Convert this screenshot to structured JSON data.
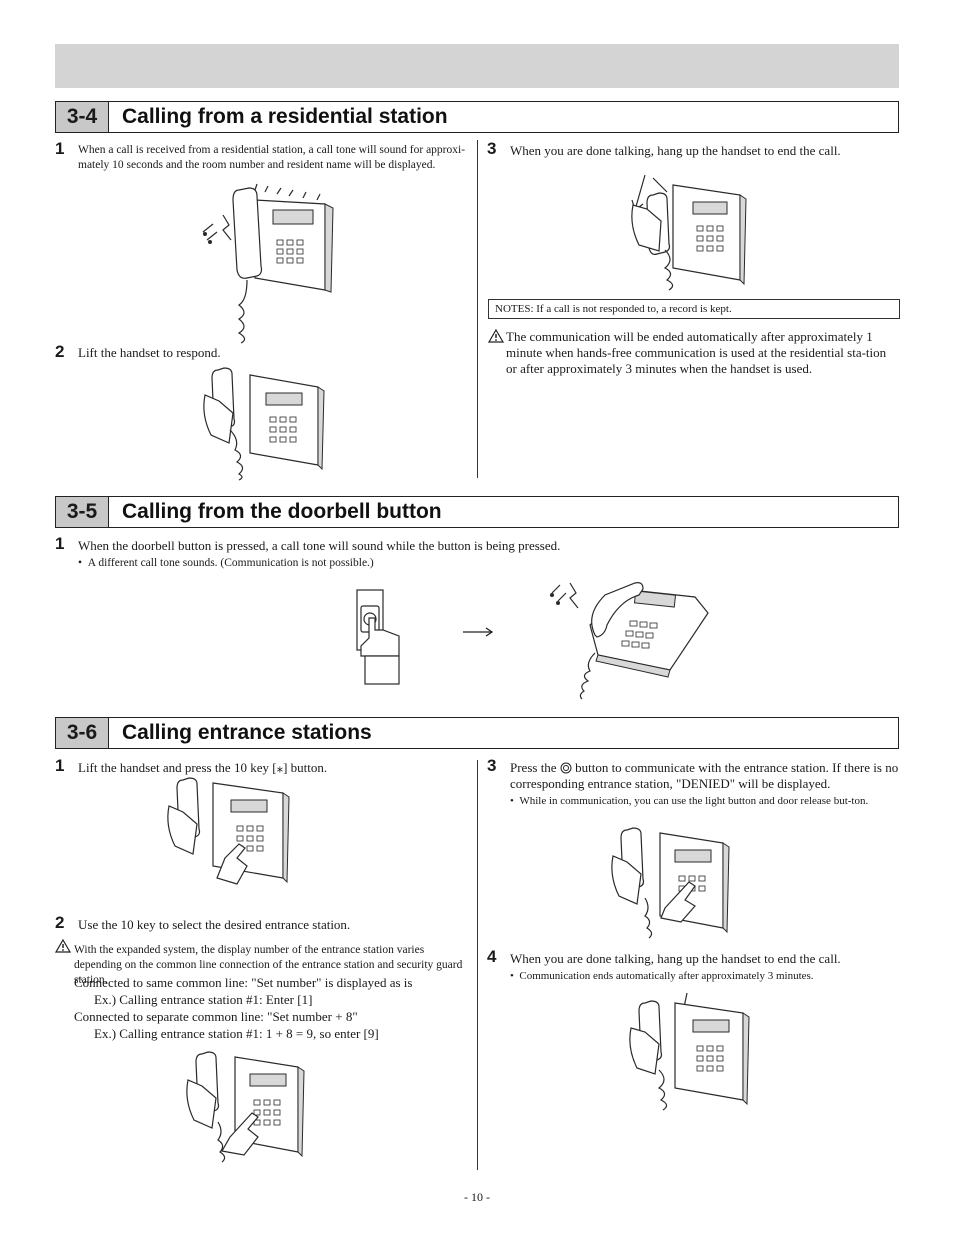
{
  "sections": [
    {
      "num": "3-4",
      "title": "Calling from a residential station"
    },
    {
      "num": "3-5",
      "title": "Calling from the doorbell button"
    },
    {
      "num": "3-6",
      "title": "Calling entrance stations"
    }
  ],
  "s34": {
    "step1_num": "1",
    "step1_text": "When a call is received from a residential station, a call tone will sound for approxi-mately 10 seconds and the room number and resident name will be displayed.",
    "step2_num": "2",
    "step2_text": "Lift the handset to respond.",
    "step3_num": "3",
    "step3_text": "When you are done talking, hang up the handset to end the call.",
    "notes": "NOTES:  If a call is not responded to, a record is kept.",
    "warning": "The communication will be ended automatically after approximately 1 minute when hands-free communication is used at the residential sta-tion or after approximately 3 minutes when the handset is used."
  },
  "s35": {
    "step1_num": "1",
    "step1_text": "When the doorbell button is pressed, a call tone will sound while the button is being pressed.",
    "bullet": "A different call tone sounds. (Communication is not possible.)"
  },
  "s36": {
    "step1_num": "1",
    "step1_text_a": "Lift the handset and press the 10 key [",
    "step1_key": "⁎",
    "step1_text_b": "] button.",
    "step2_num": "2",
    "step2_text": "Use the 10 key to select the desired entrance station.",
    "warning": "With the expanded system, the display number of the entrance station varies depending on the common line connection of the entrance station and security guard station.",
    "line1": "Connected to same common line: \"Set number\" is displayed as is",
    "line2": "Ex.) Calling entrance station #1: Enter [1]",
    "line3": "Connected to separate common line: \"Set number + 8\"",
    "line4": "Ex.) Calling entrance station #1: 1 + 8 = 9, so enter [9]",
    "step3_num": "3",
    "step3_text_a": "Press the",
    "step3_text_b": "button to communicate with the entrance station. If there is no corresponding entrance station, \"DENIED\" will be displayed.",
    "step3_bullet": "While in communication, you can use the light button and door release but-ton.",
    "step4_num": "4",
    "step4_text": "When you are done talking, hang up the handset to end the call.",
    "step4_bullet": "Communication ends automatically after approximately 3 minutes."
  },
  "icons": [
    "warning-icon",
    "talk-button-icon",
    "arrow-right-icon",
    "sound-wave-icon",
    "intercom-illustration",
    "doorbell-illustration"
  ],
  "page_number": "- 10 -"
}
